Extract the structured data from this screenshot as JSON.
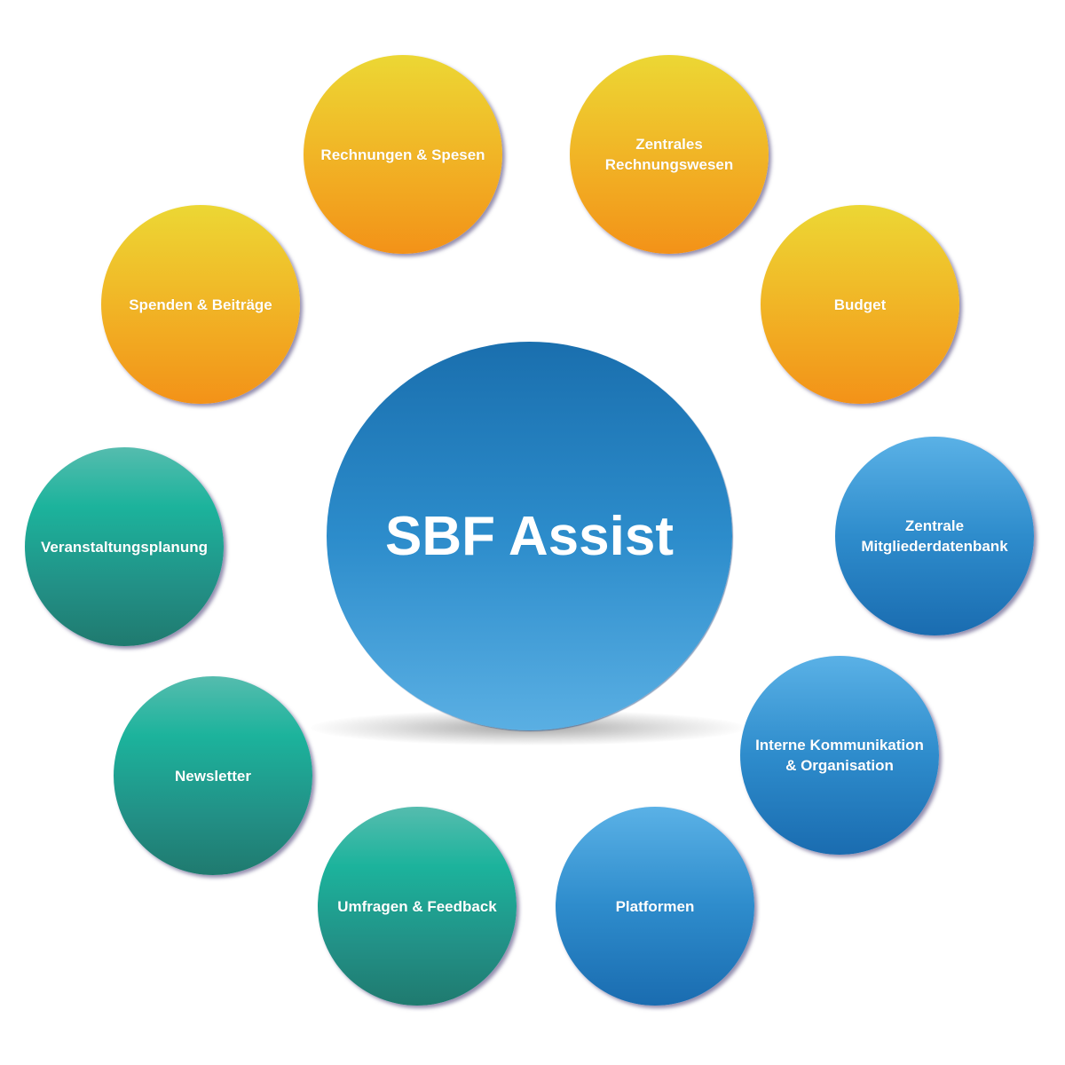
{
  "center": {
    "label": "SBF Assist",
    "color": "#2c8ccb"
  },
  "nodes": [
    {
      "label": "Rechnungen & Spesen",
      "group": "orange"
    },
    {
      "label": "Zentrales\nRechnungswesen",
      "group": "orange"
    },
    {
      "label": "Budget",
      "group": "orange"
    },
    {
      "label": "Zentrale\nMitgliederdatenbank",
      "group": "blue"
    },
    {
      "label": "Interne Kommunikation\n& Organisation",
      "group": "blue"
    },
    {
      "label": "Platformen",
      "group": "blue"
    },
    {
      "label": "Umfragen & Feedback",
      "group": "teal"
    },
    {
      "label": "Newsletter",
      "group": "teal"
    },
    {
      "label": "Veranstaltungsplanung",
      "group": "teal"
    },
    {
      "label": "Spenden & Beiträge",
      "group": "orange"
    }
  ],
  "colors": {
    "orange": "#f1b526",
    "blue": "#2e8ccc",
    "teal": "#1cb39c"
  }
}
